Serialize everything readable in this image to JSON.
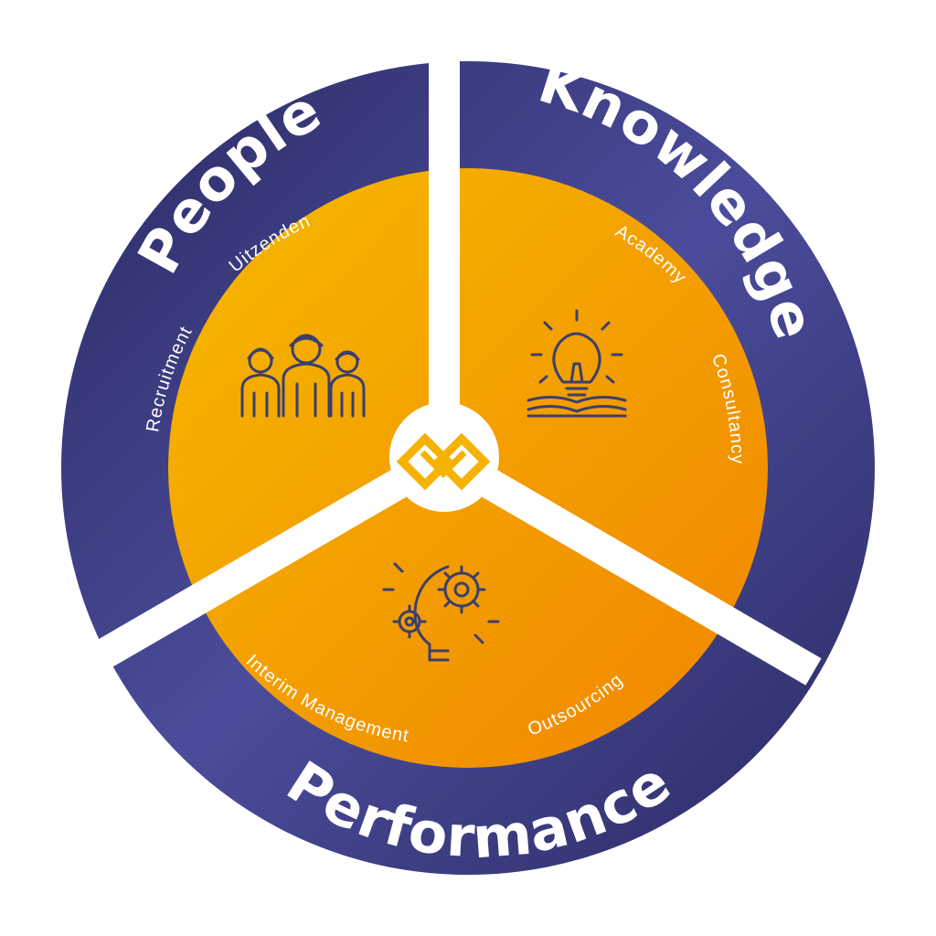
{
  "diagram": {
    "center_logo": "intertwined-diamond-logo",
    "colors": {
      "ring_dark": "#2b2a63",
      "ring_light": "#5153a3",
      "inner_yellow": "#f6b400",
      "inner_orange": "#f18a00",
      "divider": "#ffffff",
      "icon_stroke": "#3b3f6e",
      "logo": "#f5b200"
    },
    "segments": {
      "people": {
        "title": "People",
        "icon": "people-group-icon",
        "services": [
          "Recruitment",
          "Uitzenden"
        ]
      },
      "knowledge": {
        "title": "Knowledge",
        "icon": "lightbulb-book-icon",
        "services": [
          "Academy",
          "Consultancy"
        ]
      },
      "performance": {
        "title": "Performance",
        "icon": "gears-head-icon",
        "services": [
          "Interim Management",
          "Outsourcing"
        ]
      }
    }
  }
}
